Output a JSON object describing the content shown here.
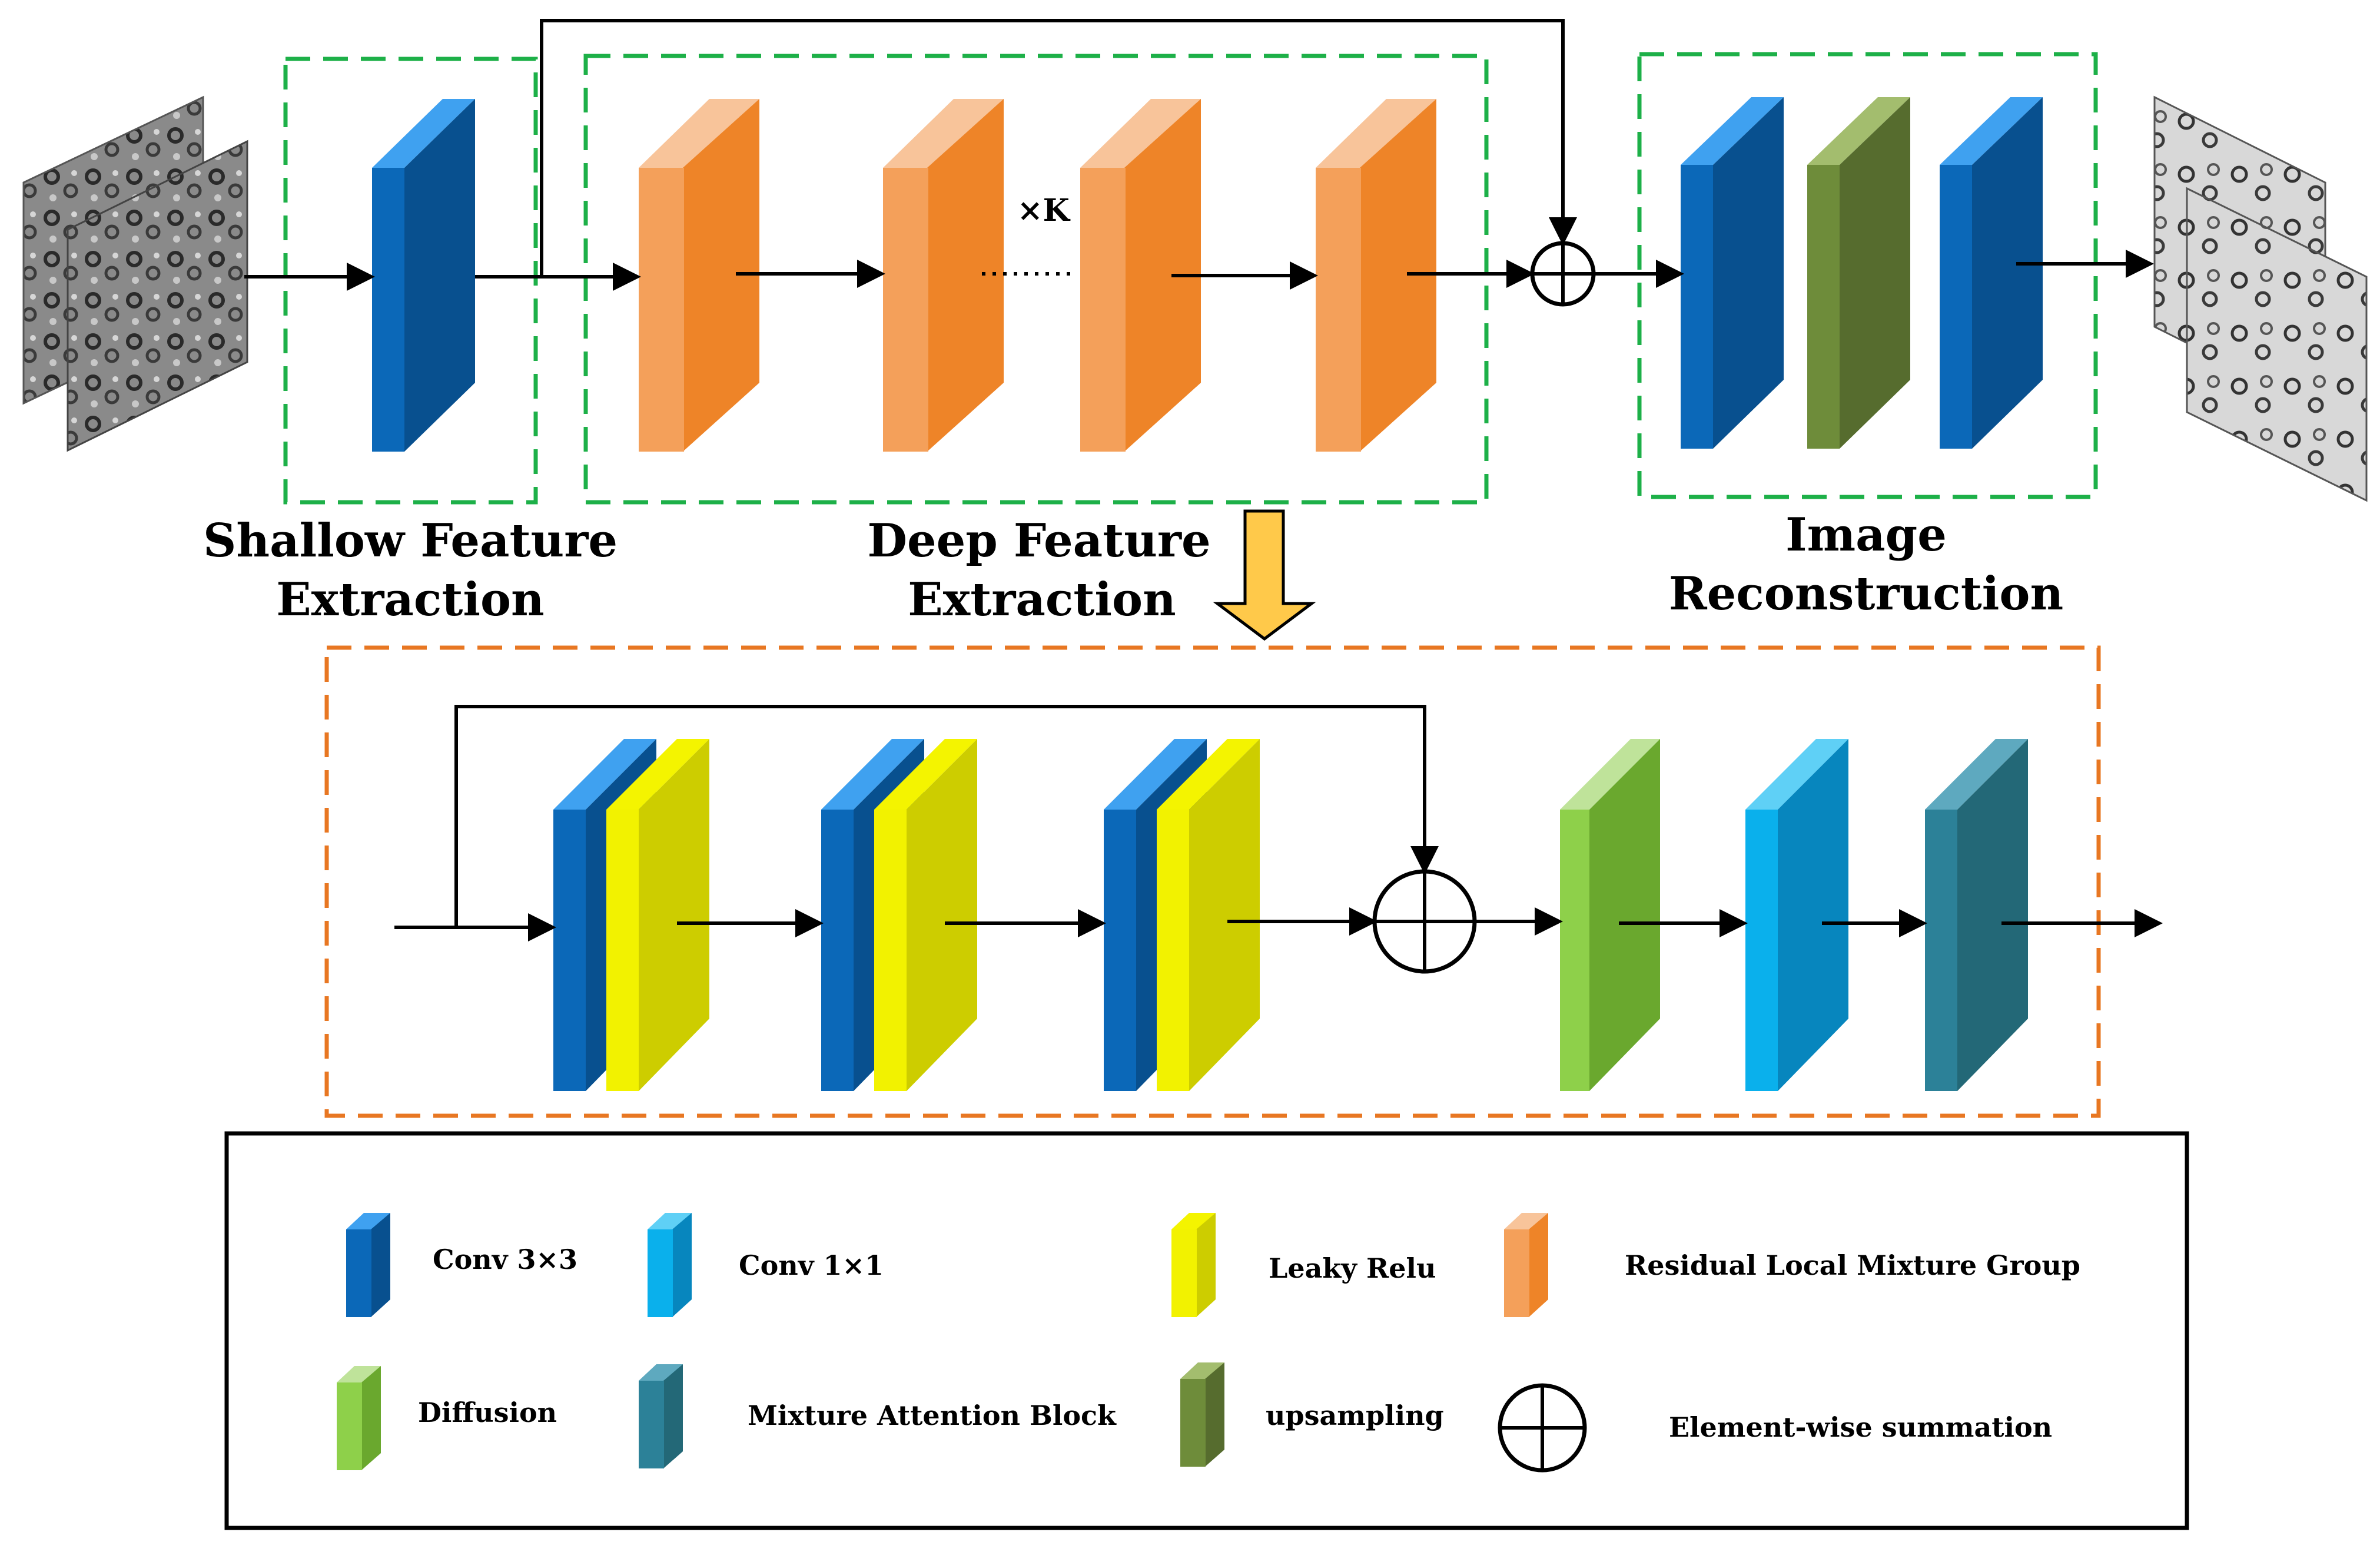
{
  "stage_labels": {
    "shallow": [
      "Shallow Feature",
      "Extraction"
    ],
    "deep": [
      "Deep Feature",
      "Extraction"
    ],
    "recon": [
      "Image",
      "Reconstruction"
    ]
  },
  "repeat_marker": "×K",
  "legend": {
    "conv3": "Conv 3×3",
    "conv1": "Conv 1×1",
    "leaky": "Leaky Relu",
    "rlmg": "Residual Local Mixture Group",
    "diffusion": "Diffusion",
    "mab": "Mixture Attention Block",
    "upsampling": "upsampling",
    "sum": "Element-wise summation"
  },
  "colors": {
    "conv3": "#0B68B8",
    "conv1": "#0AA8E6",
    "leaky": "#CFD100",
    "rlmg": "#EE8428",
    "diffusion": "#7DBF3C",
    "mab": "#2C7488",
    "upsampling": "#627B35",
    "stage_frame": "#1DB048",
    "detail_frame": "#E87722",
    "flow_arrow": "#FFC94A"
  }
}
